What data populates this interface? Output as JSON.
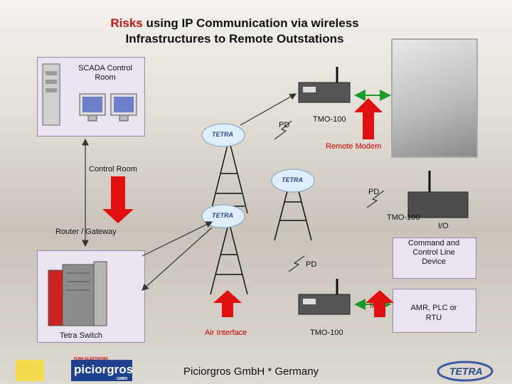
{
  "title": {
    "highlight": "Risks",
    "line1_rest": "using IP Communication via wireless",
    "line2": "Infrastructures to Remote Outstations"
  },
  "labels": {
    "scada": "SCADA Control Room",
    "control_room": "Control Room",
    "router_gateway": "Router / Gateway",
    "tetra_switch": "Tetra Switch",
    "air_interface": "Air Interface",
    "remote_modem": "Remote Modem",
    "pd_top": "PD",
    "tmo_top": "TMO-100",
    "pd_right": "PD",
    "tmo_right": "TMO-100",
    "io": "I/O",
    "command_device": "Command and Control Line Device",
    "pd_middle": "PD",
    "ip": "IP",
    "amr": "AMR, PLC or RTU",
    "tmo_bottom": "TMO-100",
    "tetra_cloud": "TETRA"
  },
  "footer": {
    "text": "Piciorgros GmbH * Germany",
    "logo": "piciorgros",
    "logo_tag": "FUNK-ELEKTRONIK",
    "logo_sub": "GMBH"
  },
  "tetra_logo": "TETRA",
  "colors": {
    "title_accent": "#cc1111",
    "arrow_red": "#e01010",
    "arrow_green": "#1a9a2a",
    "box_fill": "#ebe3f0"
  }
}
